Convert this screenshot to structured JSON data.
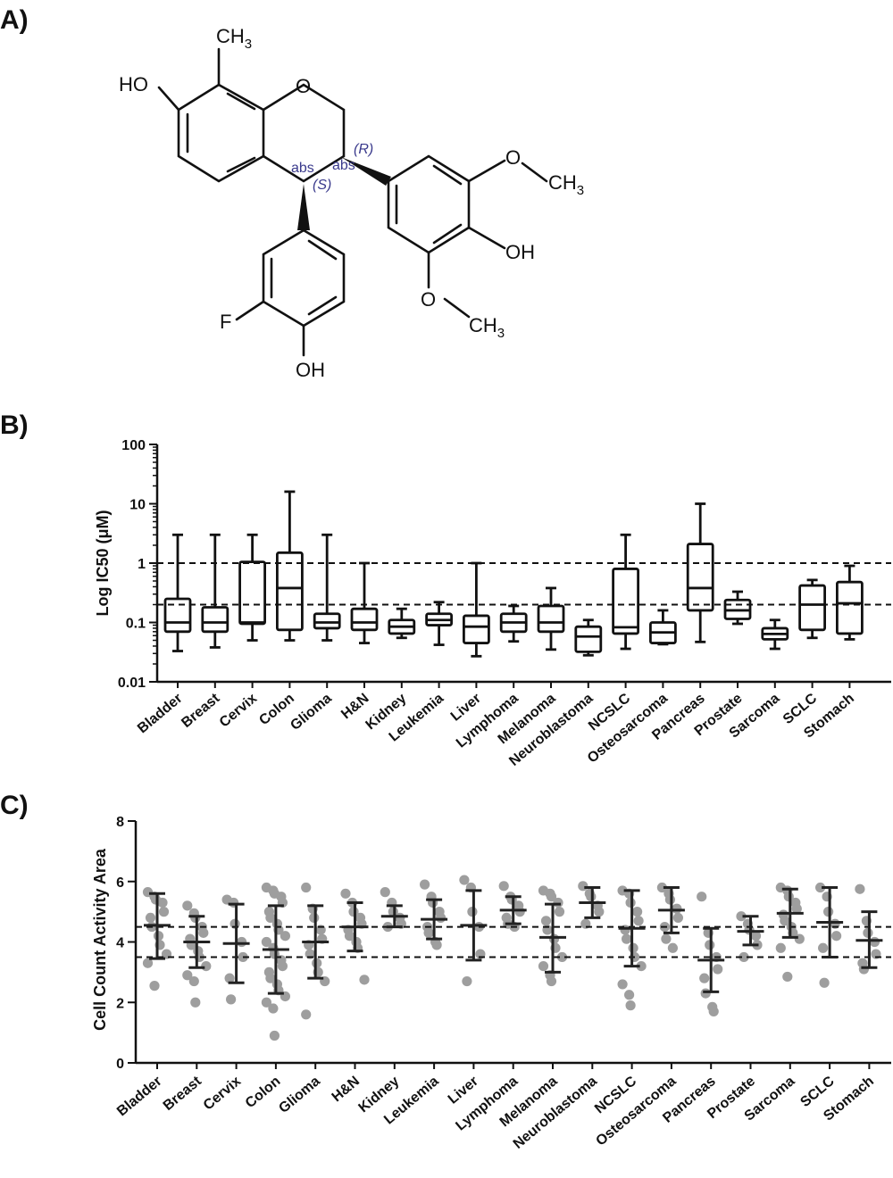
{
  "panel_labels": {
    "a": "A)",
    "b": "B)",
    "c": "C)"
  },
  "molecule": {
    "atoms": {
      "ch3_top": "CH",
      "ch3_top_sub": "3",
      "ho": "HO",
      "o_ring": "O",
      "o_methoxy1": "O",
      "ch3_right": "CH",
      "ch3_right_sub": "3",
      "oh_right": "OH",
      "o_methoxy2": "O",
      "ch3_bottom": "CH",
      "ch3_bottom_sub": "3",
      "f": "F",
      "oh_bottom": "OH"
    },
    "stereo": {
      "abs_left": "abs",
      "s_label": "(S)",
      "abs_right": "abs",
      "r_label": "(R)"
    }
  },
  "chart_data": [
    {
      "type": "box",
      "ylabel": "Log IC50  (μM)",
      "yscale": "log",
      "ylim": [
        0.01,
        100
      ],
      "yticks": [
        "0.01",
        "0.1",
        "1",
        "10",
        "100"
      ],
      "reference_lines": [
        1,
        0.2
      ],
      "categories": [
        "Bladder",
        "Breast",
        "Cervix",
        "Colon",
        "Glioma",
        "H&N",
        "Kidney",
        "Leukemia",
        "Liver",
        "Lymphoma",
        "Melanoma",
        "Neuroblastoma",
        "NCSLC",
        "Osteosarcoma",
        "Pancreas",
        "Prostate",
        "Sarcoma",
        "SCLC",
        "Stomach"
      ],
      "boxes": [
        {
          "min": 0.033,
          "q1": 0.07,
          "median": 0.1,
          "q3": 0.25,
          "max": 3
        },
        {
          "min": 0.038,
          "q1": 0.07,
          "median": 0.1,
          "q3": 0.18,
          "max": 3
        },
        {
          "min": 0.05,
          "q1": 0.095,
          "median": 0.1,
          "q3": 1.05,
          "max": 3
        },
        {
          "min": 0.05,
          "q1": 0.075,
          "median": 0.38,
          "q3": 1.5,
          "max": 16
        },
        {
          "min": 0.05,
          "q1": 0.08,
          "median": 0.1,
          "q3": 0.14,
          "max": 3
        },
        {
          "min": 0.045,
          "q1": 0.075,
          "median": 0.1,
          "q3": 0.17,
          "max": 1
        },
        {
          "min": 0.055,
          "q1": 0.065,
          "median": 0.085,
          "q3": 0.11,
          "max": 0.17
        },
        {
          "min": 0.042,
          "q1": 0.09,
          "median": 0.11,
          "q3": 0.14,
          "max": 0.22
        },
        {
          "min": 0.027,
          "q1": 0.045,
          "median": 0.085,
          "q3": 0.13,
          "max": 1
        },
        {
          "min": 0.048,
          "q1": 0.07,
          "median": 0.1,
          "q3": 0.14,
          "max": 0.19
        },
        {
          "min": 0.035,
          "q1": 0.07,
          "median": 0.1,
          "q3": 0.19,
          "max": 0.38
        },
        {
          "min": 0.028,
          "q1": 0.032,
          "median": 0.058,
          "q3": 0.085,
          "max": 0.11
        },
        {
          "min": 0.036,
          "q1": 0.065,
          "median": 0.083,
          "q3": 0.8,
          "max": 3
        },
        {
          "min": 0.043,
          "q1": 0.045,
          "median": 0.068,
          "q3": 0.1,
          "max": 0.16
        },
        {
          "min": 0.047,
          "q1": 0.16,
          "median": 0.38,
          "q3": 2.1,
          "max": 10
        },
        {
          "min": 0.095,
          "q1": 0.115,
          "median": 0.16,
          "q3": 0.24,
          "max": 0.33
        },
        {
          "min": 0.036,
          "q1": 0.052,
          "median": 0.064,
          "q3": 0.08,
          "max": 0.11
        },
        {
          "min": 0.055,
          "q1": 0.075,
          "median": 0.2,
          "q3": 0.42,
          "max": 0.52
        },
        {
          "min": 0.052,
          "q1": 0.065,
          "median": 0.21,
          "q3": 0.48,
          "max": 0.9
        }
      ]
    },
    {
      "type": "scatter",
      "ylabel": "Cell Count Activity Area",
      "ylim": [
        0,
        8
      ],
      "yticks": [
        "0",
        "2",
        "4",
        "6",
        "8"
      ],
      "reference_lines": [
        4.5,
        3.5
      ],
      "categories": [
        "Bladder",
        "Breast",
        "Cervix",
        "Colon",
        "Glioma",
        "H&N",
        "Kidney",
        "Leukemia",
        "Liver",
        "Lymphoma",
        "Melanoma",
        "Neuroblastoma",
        "NCSLC",
        "Osteosarcoma",
        "Pancreas",
        "Prostate",
        "Sarcoma",
        "SCLC",
        "Stomach"
      ],
      "groups": [
        {
          "mean": 4.55,
          "sd_low": 3.45,
          "sd_high": 5.6,
          "points": [
            5.65,
            5.5,
            5.4,
            5.3,
            5.0,
            4.8,
            4.5,
            4.2,
            3.9,
            3.6,
            3.3,
            2.55
          ]
        },
        {
          "mean": 4.0,
          "sd_low": 3.15,
          "sd_high": 4.85,
          "points": [
            5.2,
            4.95,
            4.8,
            4.5,
            4.3,
            4.1,
            3.9,
            3.7,
            3.5,
            3.2,
            2.9,
            2.7,
            2.0
          ]
        },
        {
          "mean": 3.95,
          "sd_low": 2.65,
          "sd_high": 5.25,
          "points": [
            5.4,
            5.3,
            4.6,
            4.0,
            3.5,
            2.8,
            2.1
          ]
        },
        {
          "mean": 3.75,
          "sd_low": 2.3,
          "sd_high": 5.2,
          "points": [
            5.8,
            5.7,
            5.6,
            5.5,
            5.3,
            5.0,
            4.8,
            4.6,
            4.4,
            4.2,
            4.0,
            3.8,
            3.6,
            3.4,
            3.2,
            3.0,
            2.8,
            2.6,
            2.4,
            2.2,
            2.0,
            1.8,
            0.9
          ]
        },
        {
          "mean": 4.0,
          "sd_low": 2.8,
          "sd_high": 5.2,
          "points": [
            5.8,
            5.1,
            4.8,
            4.4,
            4.1,
            3.9,
            3.6,
            3.3,
            3.0,
            2.7,
            1.6
          ]
        },
        {
          "mean": 4.5,
          "sd_low": 3.7,
          "sd_high": 5.3,
          "points": [
            5.6,
            5.3,
            5.0,
            4.8,
            4.6,
            4.4,
            4.2,
            4.0,
            3.8,
            2.75
          ]
        },
        {
          "mean": 4.85,
          "sd_low": 4.5,
          "sd_high": 5.2,
          "points": [
            5.65,
            5.3,
            5.0,
            4.8,
            4.6,
            4.5
          ]
        },
        {
          "mean": 4.75,
          "sd_low": 4.1,
          "sd_high": 5.4,
          "points": [
            5.9,
            5.5,
            5.3,
            5.0,
            4.8,
            4.5,
            4.3,
            4.0,
            3.9
          ]
        },
        {
          "mean": 4.55,
          "sd_low": 3.4,
          "sd_high": 5.7,
          "points": [
            6.05,
            5.8,
            5.0,
            4.5,
            3.6,
            2.7
          ]
        },
        {
          "mean": 5.05,
          "sd_low": 4.6,
          "sd_high": 5.5,
          "points": [
            5.85,
            5.5,
            5.4,
            5.2,
            5.0,
            4.8,
            4.6,
            4.5
          ]
        },
        {
          "mean": 4.15,
          "sd_low": 3.0,
          "sd_high": 5.25,
          "points": [
            5.7,
            5.6,
            5.5,
            5.3,
            5.0,
            4.7,
            4.4,
            4.1,
            3.8,
            3.5,
            3.2,
            2.9,
            2.7
          ]
        },
        {
          "mean": 5.3,
          "sd_low": 4.8,
          "sd_high": 5.8,
          "points": [
            5.85,
            5.6,
            5.5,
            5.2,
            5.0,
            4.6
          ]
        },
        {
          "mean": 4.45,
          "sd_low": 3.2,
          "sd_high": 5.7,
          "points": [
            5.7,
            5.6,
            5.3,
            5.0,
            4.7,
            4.4,
            4.1,
            3.8,
            3.5,
            3.2,
            2.6,
            2.25,
            1.9
          ]
        },
        {
          "mean": 5.05,
          "sd_low": 4.3,
          "sd_high": 5.8,
          "points": [
            5.8,
            5.6,
            5.4,
            5.1,
            4.8,
            4.5,
            4.1,
            3.8
          ]
        },
        {
          "mean": 3.4,
          "sd_low": 2.35,
          "sd_high": 4.45,
          "points": [
            5.5,
            4.3,
            3.9,
            3.5,
            3.1,
            2.8,
            2.3,
            1.85,
            1.7
          ]
        },
        {
          "mean": 4.35,
          "sd_low": 3.9,
          "sd_high": 4.85,
          "points": [
            4.85,
            4.6,
            4.4,
            4.2,
            3.9,
            3.5
          ]
        },
        {
          "mean": 4.95,
          "sd_low": 4.15,
          "sd_high": 5.75,
          "points": [
            5.8,
            5.7,
            5.5,
            5.3,
            5.1,
            4.9,
            4.7,
            4.5,
            4.3,
            4.1,
            3.8,
            2.85
          ]
        },
        {
          "mean": 4.65,
          "sd_low": 3.5,
          "sd_high": 5.8,
          "points": [
            5.8,
            5.5,
            5.0,
            4.6,
            4.2,
            3.8,
            2.65
          ]
        },
        {
          "mean": 4.05,
          "sd_low": 3.15,
          "sd_high": 5.0,
          "points": [
            5.75,
            4.7,
            4.3,
            4.0,
            3.6,
            3.3,
            3.1
          ]
        }
      ]
    }
  ]
}
